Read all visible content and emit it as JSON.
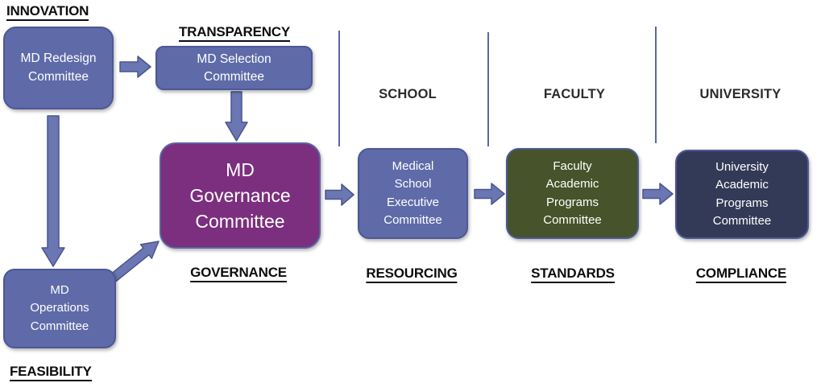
{
  "diagram": {
    "nodes": {
      "redesign": {
        "text": "MD Redesign\nCommittee",
        "fill": "#5f6ba8"
      },
      "selection": {
        "text": "MD Selection\nCommittee",
        "fill": "#5f6ba8"
      },
      "governance": {
        "text": "MD\nGovernance\nCommittee",
        "fill": "#7b2f7e"
      },
      "operations": {
        "text": "MD\nOperations\nCommittee",
        "fill": "#5f6ba8"
      },
      "medschool": {
        "text": "Medical\nSchool\nExecutive\nCommittee",
        "fill": "#5f6ba8"
      },
      "faculty": {
        "text": "Faculty\nAcademic\nPrograms\nCommittee",
        "fill": "#47532a"
      },
      "university": {
        "text": "University\nAcademic\nPrograms\nCommittee",
        "fill": "#333a57"
      }
    },
    "stage_labels": {
      "innovation": "INNOVATION",
      "transparency": "TRANSPARENCY",
      "governance": "GOVERNANCE",
      "feasibility": "FEASIBILITY",
      "resourcing": "RESOURCING",
      "standards": "STANDARDS",
      "compliance": "COMPLIANCE"
    },
    "lane_labels": {
      "school": "SCHOOL",
      "faculty": "FACULTY",
      "university": "UNIVERSITY"
    },
    "colors": {
      "node_blue": "#5f6ba8",
      "node_purple": "#7b2f7e",
      "node_olive": "#47532a",
      "node_navy": "#333a57",
      "node_border": "#4d5894",
      "arrow_fill": "#6b77b2",
      "arrow_outline": "#4a5590",
      "divider_line": "#5b67a4",
      "stage_label": "#0d0d0d",
      "lane_label": "#2b2b2b",
      "node_text": "#ffffff",
      "background": "#ffffff"
    }
  }
}
